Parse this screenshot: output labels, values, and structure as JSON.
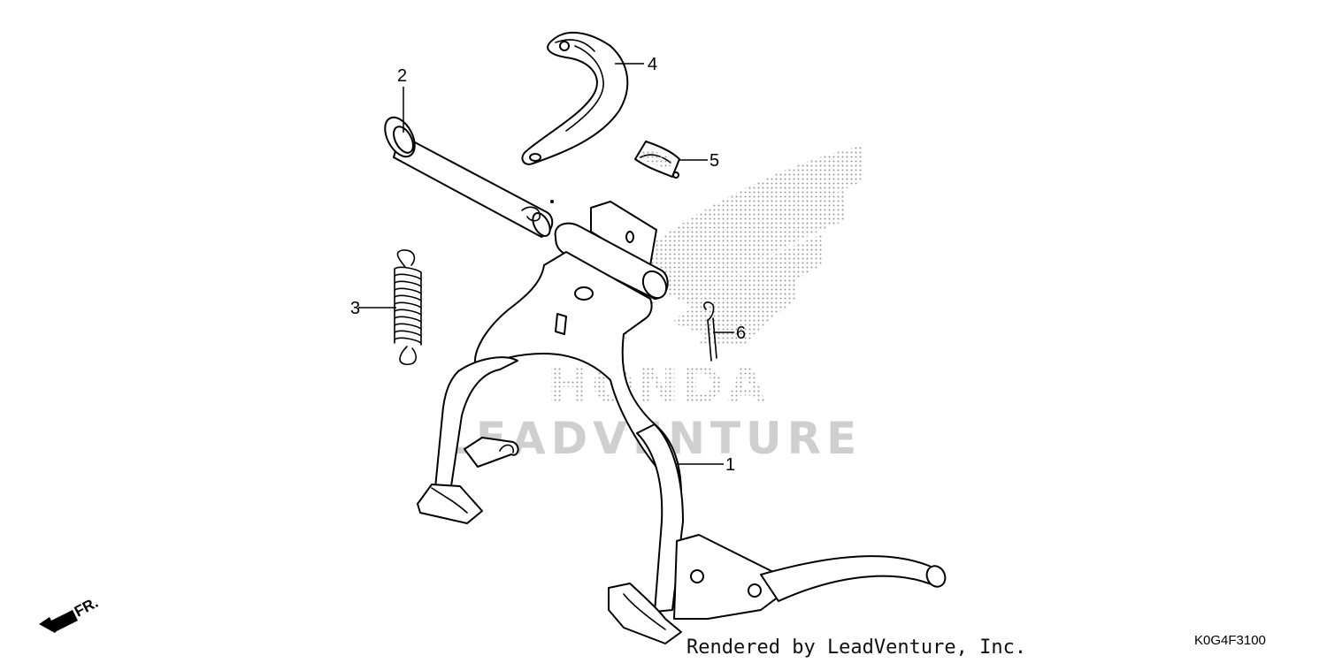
{
  "watermark": {
    "brand_text": "HONDA",
    "lead_text": "LEADVENTURE"
  },
  "callouts": [
    {
      "id": "1",
      "label": "1"
    },
    {
      "id": "2",
      "label": "2"
    },
    {
      "id": "3",
      "label": "3"
    },
    {
      "id": "4",
      "label": "4"
    },
    {
      "id": "5",
      "label": "5"
    },
    {
      "id": "6",
      "label": "6"
    }
  ],
  "direction": {
    "label": "FR.",
    "icon": "front-arrow-icon"
  },
  "footer": {
    "credit": "Rendered by LeadVenture, Inc.",
    "code": "K0G4F3100"
  }
}
